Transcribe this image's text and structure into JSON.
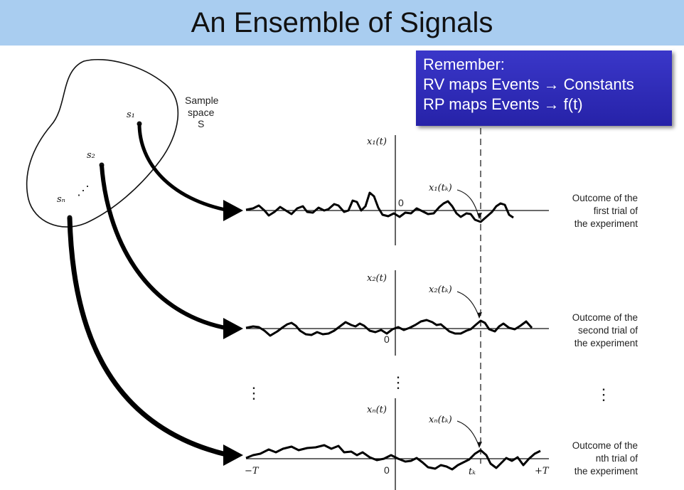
{
  "title": "An Ensemble of Signals",
  "remember": {
    "heading": "Remember:",
    "line1": "RV maps Events → Constants",
    "line2": "RP maps Events → f(t)"
  },
  "sample_space": {
    "line1": "Sample",
    "line2": "space",
    "letter": "S",
    "s1": "s₁",
    "s2": "s₂",
    "sn": "sₙ",
    "dots": "⋰"
  },
  "signals": [
    {
      "axis_label": "x₁(t)",
      "point_label": "x₁(tₖ)",
      "zero": "0",
      "desc1": "Outcome of the",
      "desc2": "first trial of",
      "desc3": "the experiment"
    },
    {
      "axis_label": "x₂(t)",
      "point_label": "x₂(tₖ)",
      "zero": "0",
      "desc1": "Outcome of the",
      "desc2": "second trial of",
      "desc3": "the experiment"
    },
    {
      "axis_label": "xₙ(t)",
      "point_label": "xₙ(tₖ)",
      "zero": "0",
      "desc1": "Outcome of the",
      "desc2": "nth trial of",
      "desc3": "the experiment"
    }
  ],
  "axis_ticks": {
    "neg_T": "−T",
    "pos_T": "+T",
    "tk": "tₖ"
  },
  "vdots": "⋮"
}
